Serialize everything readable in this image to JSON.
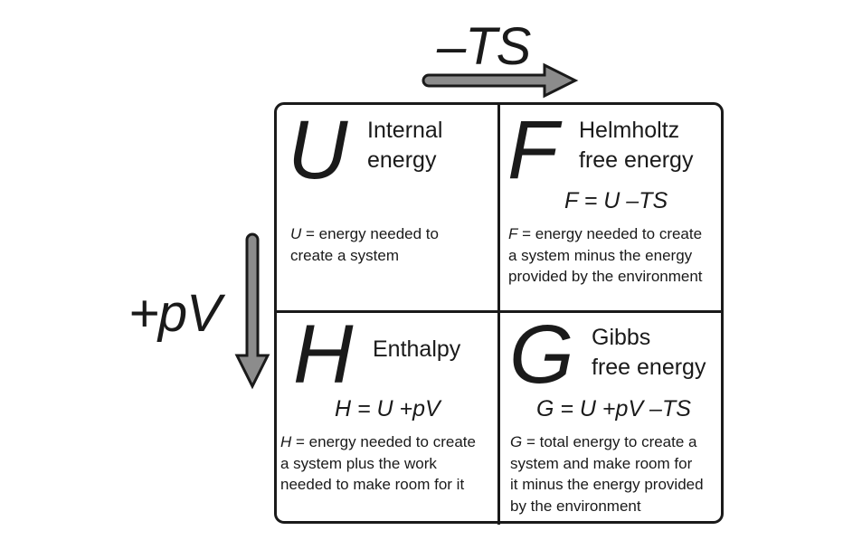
{
  "axes": {
    "horizontal_label": "–TS",
    "vertical_label": "+pV"
  },
  "colors": {
    "arrow_fill": "#8c8c8c",
    "line": "#1a1a1a",
    "background": "#ffffff"
  },
  "cells": {
    "U": {
      "symbol": "U",
      "name_line1": "Internal",
      "name_line2": "energy",
      "formula": "",
      "desc_symbol": "U",
      "desc_line1_rest": " = energy needed to",
      "desc_line2": "create a system",
      "desc_line3": "",
      "desc_line4": ""
    },
    "F": {
      "symbol": "F",
      "name_line1": "Helmholtz",
      "name_line2": "free energy",
      "formula": "F = U –TS",
      "desc_symbol": "F",
      "desc_line1_rest": " = energy needed to create",
      "desc_line2": "a system minus the energy",
      "desc_line3": "provided by the environment",
      "desc_line4": ""
    },
    "H": {
      "symbol": "H",
      "name_line1": "Enthalpy",
      "name_line2": "",
      "formula": "H = U +pV",
      "desc_symbol": "H",
      "desc_line1_rest": " = energy needed to create",
      "desc_line2": "a system plus the work",
      "desc_line3": "needed to make room for it",
      "desc_line4": ""
    },
    "G": {
      "symbol": "G",
      "name_line1": "Gibbs",
      "name_line2": "free energy",
      "formula": "G = U +pV –TS",
      "desc_symbol": "G",
      "desc_line1_rest": " = total energy to create a",
      "desc_line2": "system and  make room for",
      "desc_line3": "it minus the energy provided",
      "desc_line4": "by the environment"
    }
  }
}
